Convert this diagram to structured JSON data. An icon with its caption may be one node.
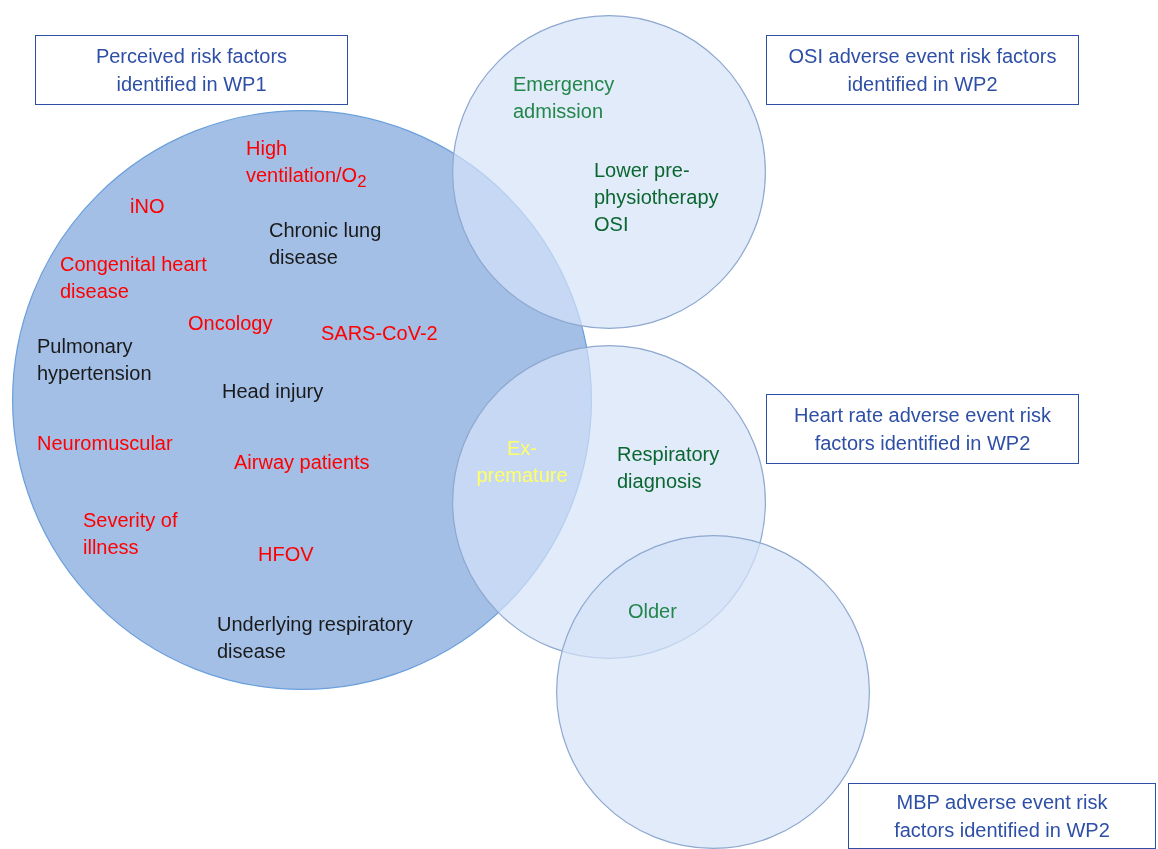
{
  "diagram": {
    "nodes": [
      {
        "text": [
          "Perceived risk factors identified in WP1"
        ]
      },
      {
        "text": [
          "High ventilation/O$_{2}$",
          "iNO",
          "Chronic lung disease",
          "Congenital heart disease",
          "Oncology",
          "SARS-CoV-2",
          "Pulmonary hypertension",
          "Head injury",
          "Neuromuscular",
          "Airway patients",
          "Severity of illness",
          "HFOV",
          "Underlying respiratory disease"
        ]
      },
      {
        "text": [
          "OSI adverse event risk factors identified in WP2"
        ]
      },
      {
        "text": [
          "Emergency admission",
          "Lower pre-physiotherapy OSI"
        ]
      },
      {
        "text": [
          "Heart rate adverse event risk factors identified in WP2"
        ]
      },
      {
        "text": [
          "Respiratory diagnosis"
        ]
      },
      {
        "text": [],
        "shape": "circle"
      },
      {
        "text": [
          "MBP adverse event risk factors identified in WP2"
        ]
      }
    ],
    "labels": [
      "Ex-premature",
      "Older"
    ]
  }
}
